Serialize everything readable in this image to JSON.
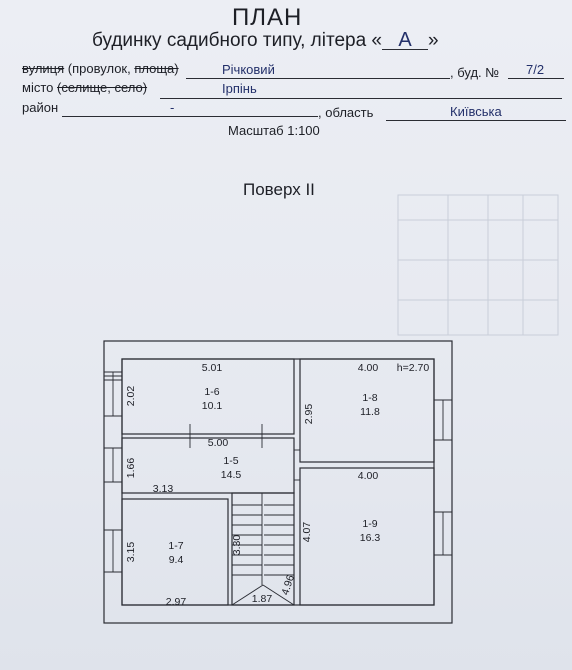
{
  "header": {
    "title": "ПЛАН",
    "subtitle_prefix": "будинку садибного типу, літера «",
    "litera": "А",
    "subtitle_suffix": "»"
  },
  "address": {
    "street_prefix": "вулиця",
    "street_struck1": "(провулок,",
    "street_struck2": "площа)",
    "street_value": "Річковий",
    "bud_label": ", буд. №",
    "bud_value": "7/2",
    "city_prefix": "місто",
    "city_struck": "(селище, село)",
    "city_value": "Ірпінь",
    "district_label": "район",
    "district_value": "-",
    "region_label": ", область",
    "region_value": "Київська",
    "scale": "Масштаб 1:100"
  },
  "floor_label": "Поверх ІІ",
  "plan": {
    "height_note": "h=2.70",
    "rooms": [
      {
        "id": "1-6",
        "area": "10.1"
      },
      {
        "id": "1-8",
        "area": "11.8"
      },
      {
        "id": "1-5",
        "area": "14.5"
      },
      {
        "id": "1-7",
        "area": "9.4"
      },
      {
        "id": "1-9",
        "area": "16.3"
      }
    ],
    "dims": {
      "d501": "5.01",
      "d400a": "4.00",
      "d202": "2.02",
      "d295": "2.95",
      "d500": "5.00",
      "d166": "1.66",
      "d400b": "4.00",
      "d313": "3.13",
      "d315": "3.15",
      "d330": "3.30",
      "d407": "4.07",
      "d297": "2.97",
      "d187": "1.87",
      "d496": "4.96"
    }
  }
}
